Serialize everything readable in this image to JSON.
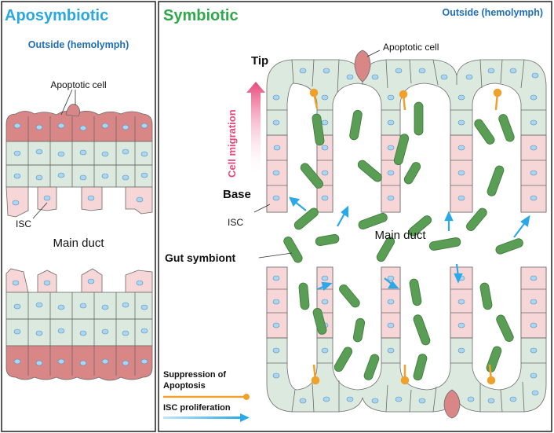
{
  "left_panel": {
    "title": "Aposymbiotic",
    "outside_label": "Outside (hemolymph)",
    "apoptotic_label": "Apoptotic cell",
    "isc_label": "ISC",
    "duct_label": "Main duct"
  },
  "right_panel": {
    "title": "Symbiotic",
    "outside_label": "Outside (hemolymph)",
    "apoptotic_label": "Apoptotic cell",
    "tip_label": "Tip",
    "migration_label": "Cell migration",
    "base_label": "Base",
    "isc_label": "ISC",
    "symbiont_label": "Gut symbiont",
    "duct_label": "Main duct"
  },
  "legend": {
    "suppression_line1": "Suppression of",
    "suppression_line2": "Apoptosis",
    "proliferation": "ISC proliferation"
  },
  "colors": {
    "aposymbiotic_title": "#29a8df",
    "symbiotic_title": "#2ea84a",
    "outside_text": "#1f6fb8",
    "green_cell": "#dce9de",
    "pink_cell": "#f6d6d6",
    "apoptotic_cell": "#d98686",
    "nucleus": "#a9d6f2",
    "symbiont": "#5a9d55",
    "suppression": "#f0a12a",
    "isc_arrow": "#2aa9e8",
    "migration_arrow": "#e8487c"
  }
}
